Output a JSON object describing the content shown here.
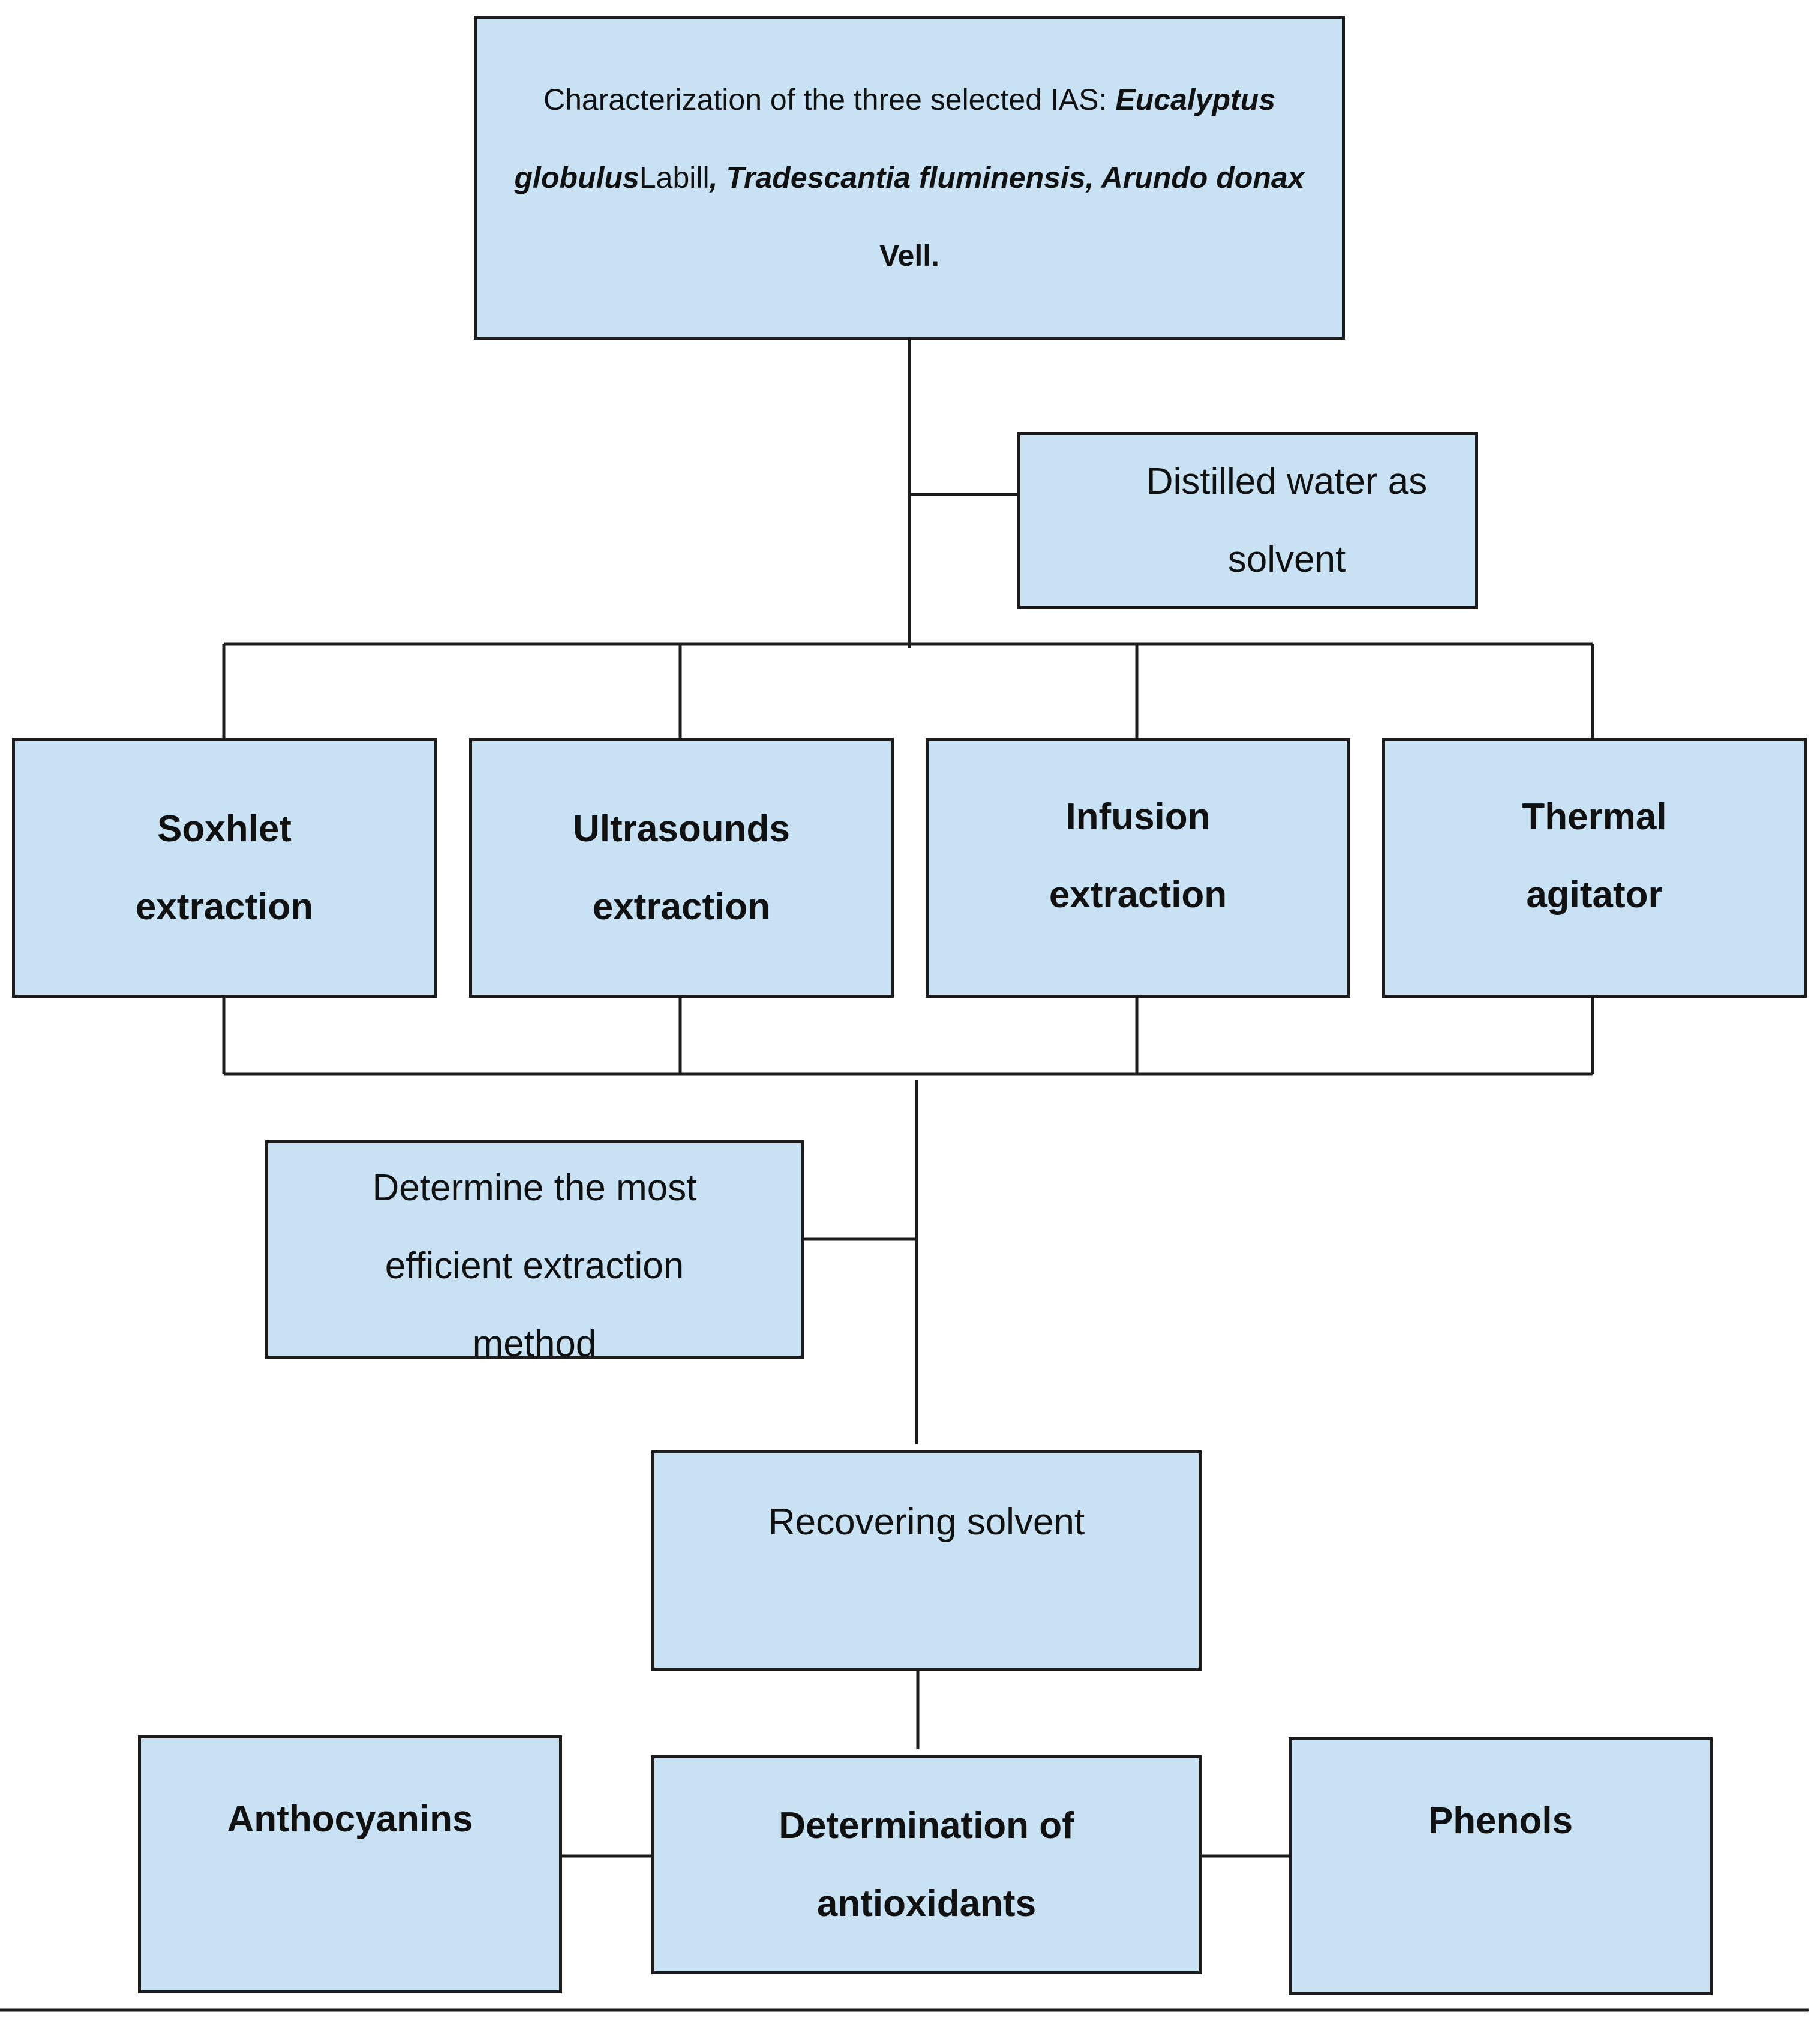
{
  "diagram": {
    "colors": {
      "box_fill": "#c8e2f3",
      "border": "#1c1c1c",
      "line": "#1c1c1c"
    },
    "characterization": {
      "prefix": "Characterization of the three selected IAS: ",
      "species_1_genus": "Eucalyptus",
      "species_1_epithet": "globulus",
      "species_1_author": "Labill",
      "separator": ", ",
      "species_2": "Tradescantia fluminensis",
      "separator_2": ", ",
      "species_3": "Arundo donax",
      "species_3_author": "Vell."
    },
    "solvent": {
      "line_1": "Distilled water as",
      "line_2": "solvent"
    },
    "methods": {
      "soxhlet": {
        "line_1": "Soxhlet",
        "line_2": "extraction"
      },
      "ultrasounds": {
        "line_1": "Ultrasounds",
        "line_2": "extraction"
      },
      "infusion": {
        "line_1": "Infusion",
        "line_2": "extraction"
      },
      "thermal": {
        "line_1": "Thermal",
        "line_2": "agitator"
      }
    },
    "determine": {
      "line_1": "Determine the most",
      "line_2": "efficient extraction",
      "line_3": "method"
    },
    "recovering": {
      "line_1": "Recovering solvent"
    },
    "antioxidants": {
      "line_1": "Determination of",
      "line_2": "antioxidants"
    },
    "anthocyanins": {
      "line_1": "Anthocyanins"
    },
    "phenols": {
      "line_1": "Phenols"
    }
  }
}
